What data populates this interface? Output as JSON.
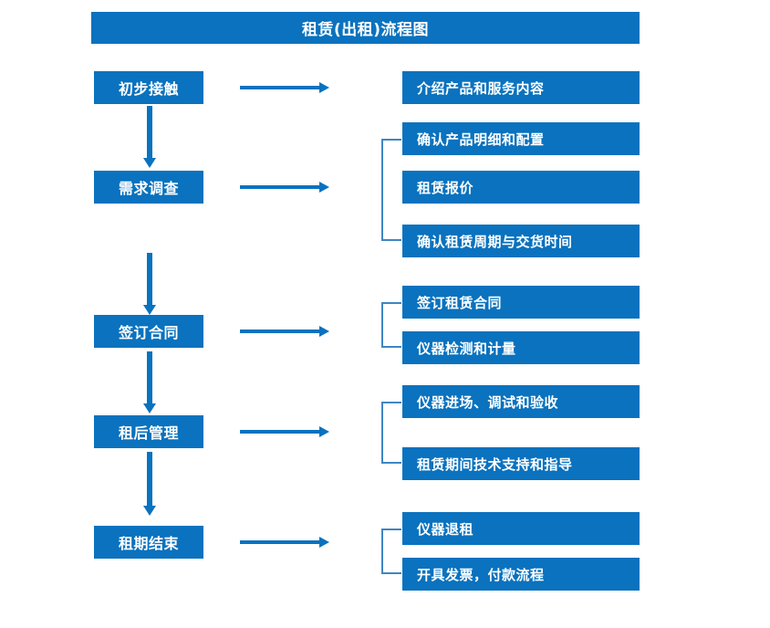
{
  "diagram": {
    "title": "租赁(出租)流程图",
    "accent_color": "#0a72be",
    "bracket_color": "#3f86c4",
    "text_color": "#ffffff",
    "background_color": "#ffffff",
    "stages": [
      {
        "label": "初步接触",
        "details": [
          "介绍产品和服务内容"
        ],
        "bracketed": false
      },
      {
        "label": "需求调查",
        "details": [
          "确认产品明细和配置",
          "租赁报价",
          "确认租赁周期与交货时间"
        ],
        "bracketed": true
      },
      {
        "label": "签订合同",
        "details": [
          "签订租赁合同",
          "仪器检测和计量"
        ],
        "bracketed": true
      },
      {
        "label": "租后管理",
        "details": [
          "仪器进场、调试和验收",
          "租赁期间技术支持和指导"
        ],
        "bracketed": true
      },
      {
        "label": "租期结束",
        "details": [
          "仪器退租",
          "开具发票，付款流程"
        ],
        "bracketed": true
      }
    ]
  }
}
